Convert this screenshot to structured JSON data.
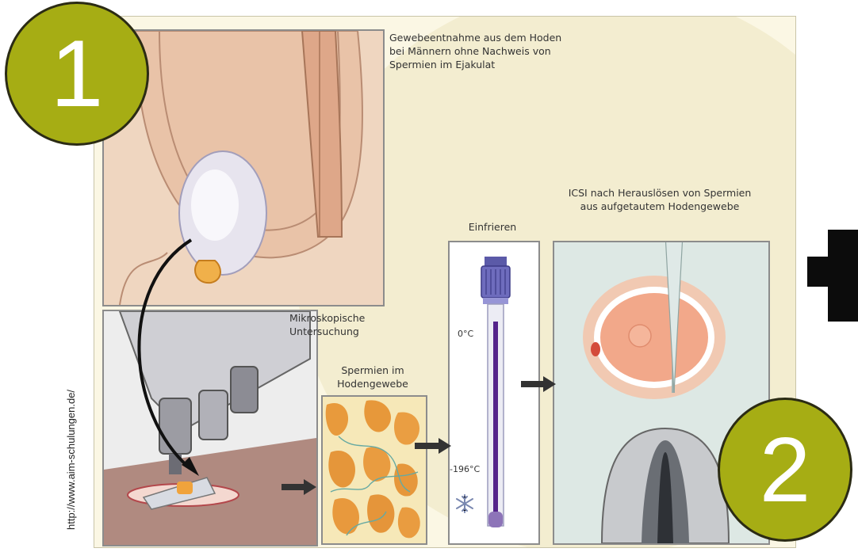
{
  "labels": {
    "biopsy": "Gewebeentnahme aus dem Hoden\nbei Männern ohne Nachweis von\nSpermien im Ejakulat",
    "microscope": "Mikroskopische\nUntersuchung",
    "sperm_tissue": "Spermien im\nHodengewebe",
    "freezing": "Einfrieren",
    "icsi": "ICSI nach Herauslösen von Spermien\naus aufgetautem Hodengewebe",
    "temp_top": "0°C",
    "temp_bottom": "-196°C"
  },
  "badges": {
    "first": "1",
    "second": "2"
  },
  "plus_sign": "+",
  "source_credit": "http://www.aim-schulungen.de/",
  "colors": {
    "badge_fill": "#a6ad14",
    "badge_border": "#2b2b14",
    "background": "#fbf7e4"
  }
}
